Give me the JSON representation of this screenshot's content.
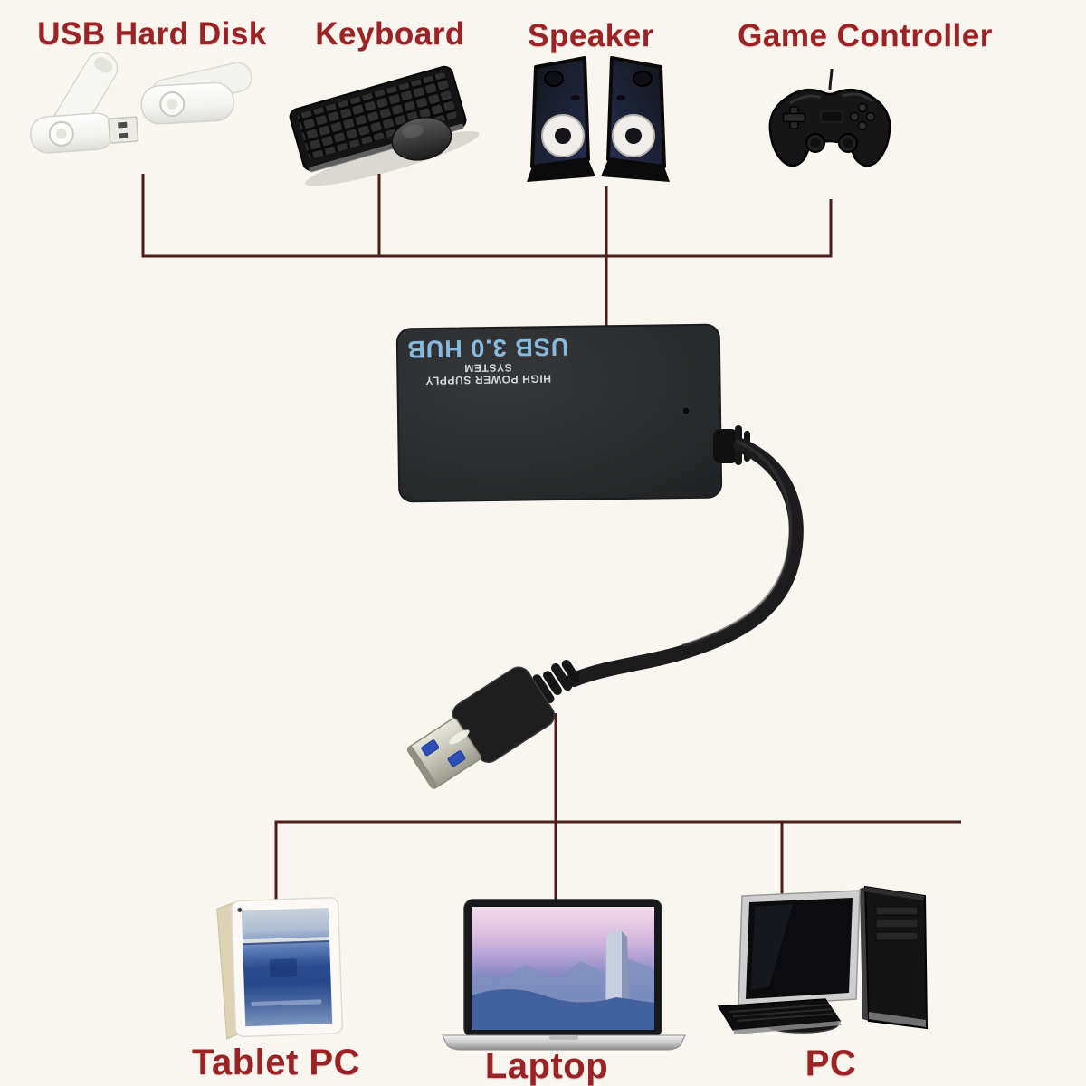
{
  "title": "USB 3.0 HUB connectivity infographic",
  "hub": {
    "title": "USB 3.0 HUB",
    "subtitle": "HIGH POWER SUPPLY SYSTEM",
    "title_color": "#88badd",
    "subtitle_color": "#e3e6e8",
    "body_color": "#2a2c2d",
    "print_rotation_deg": 180
  },
  "devices": [
    {
      "id": "usb-hard-disk",
      "label": "USB Hard Disk",
      "group": "top"
    },
    {
      "id": "keyboard",
      "label": "Keyboard",
      "group": "top"
    },
    {
      "id": "speaker",
      "label": "Speaker",
      "group": "top"
    },
    {
      "id": "game-controller",
      "label": "Game Controller",
      "group": "top"
    },
    {
      "id": "tablet-pc",
      "label": "Tablet PC",
      "group": "bottom"
    },
    {
      "id": "laptop",
      "label": "Laptop",
      "group": "bottom"
    },
    {
      "id": "pc",
      "label": "PC",
      "group": "bottom"
    }
  ],
  "colors": {
    "background": "#f9f6f0",
    "connector_line": "#4e1e1a",
    "label_red": "#9b2325",
    "usb3_blue": "#2e4fb8",
    "hub_body": "#2a2c2d",
    "cable_black": "#1c1c1c",
    "plug_metal": "#d9d9cf"
  }
}
